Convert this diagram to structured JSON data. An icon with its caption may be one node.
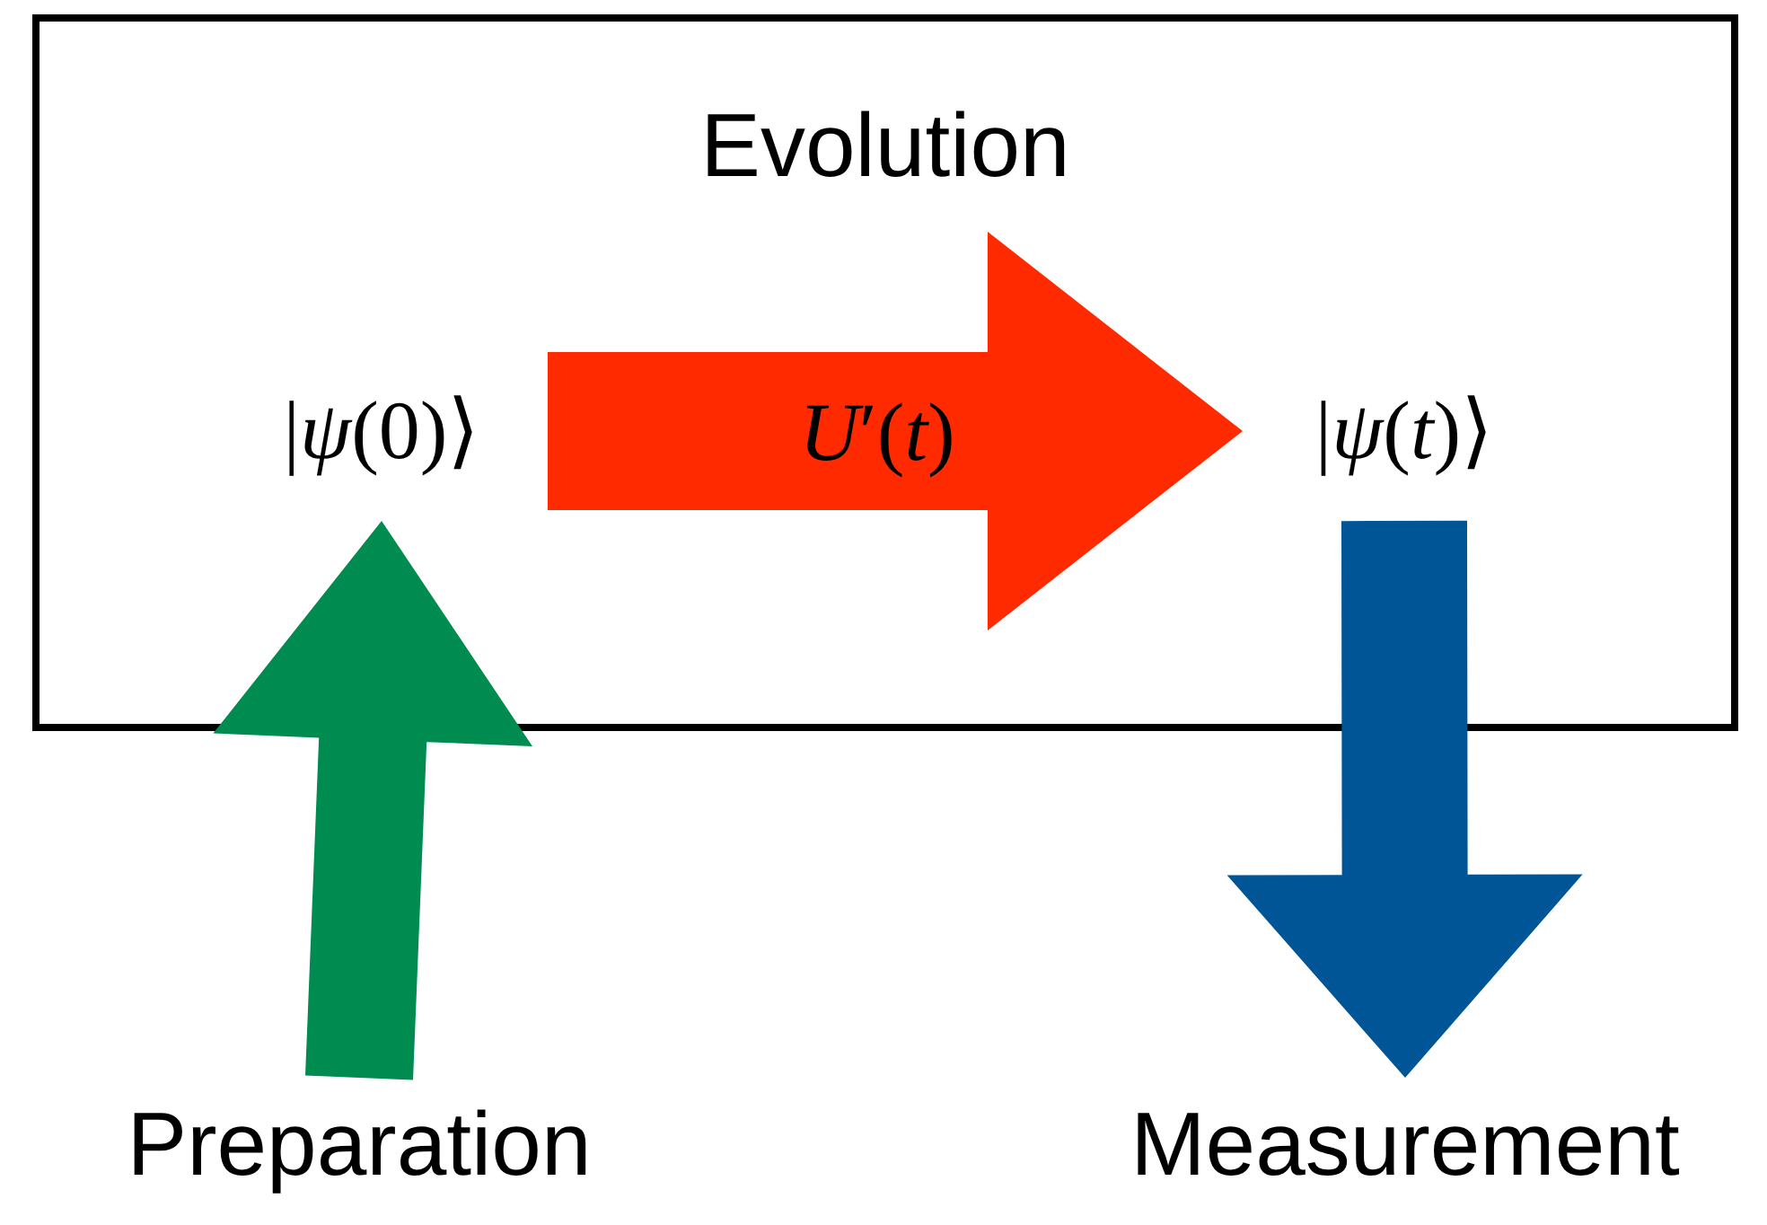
{
  "diagram": {
    "nodes": [
      {
        "text": [
          "Evolution"
        ]
      },
      {
        "text": [
          "|*ψ*(0)⟩"
        ],
        "in": 0
      },
      {
        "text": [
          "|*ψ*(*t*)⟩"
        ],
        "in": 0
      },
      {
        "text": [
          "Preparation"
        ]
      },
      {
        "text": [
          "Measurement"
        ]
      }
    ],
    "edges": [
      {
        "from": 1,
        "to": 2,
        "arrow": "to",
        "label": "*U*′(*t*)",
        "style": "thick",
        "color": "#ff2a00"
      },
      {
        "from": 3,
        "to": 1,
        "arrow": "to",
        "style": "thick",
        "color": "#008c50"
      },
      {
        "from": 2,
        "to": 4,
        "arrow": "to",
        "style": "thick",
        "color": "#005596"
      }
    ]
  }
}
